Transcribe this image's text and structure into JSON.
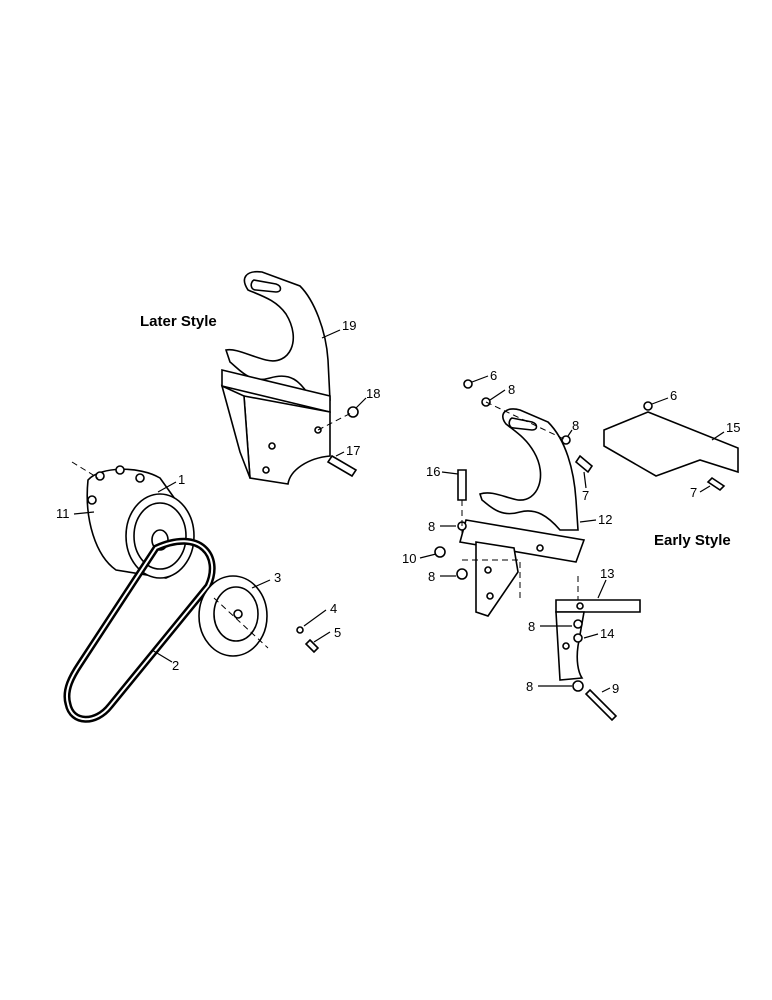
{
  "titles": {
    "later_style": "Later Style",
    "early_style": "Early Style"
  },
  "callouts": {
    "c1": "1",
    "c2": "2",
    "c3": "3",
    "c4": "4",
    "c5": "5",
    "c6a": "6",
    "c6b": "6",
    "c7a": "7",
    "c7b": "7",
    "c8a": "8",
    "c8b": "8",
    "c8c": "8",
    "c8d": "8",
    "c8e": "8",
    "c8f": "8",
    "c9": "9",
    "c10": "10",
    "c11": "11",
    "c12": "12",
    "c13": "13",
    "c14": "14",
    "c15": "15",
    "c16": "16",
    "c17": "17",
    "c18": "18",
    "c19": "19"
  }
}
